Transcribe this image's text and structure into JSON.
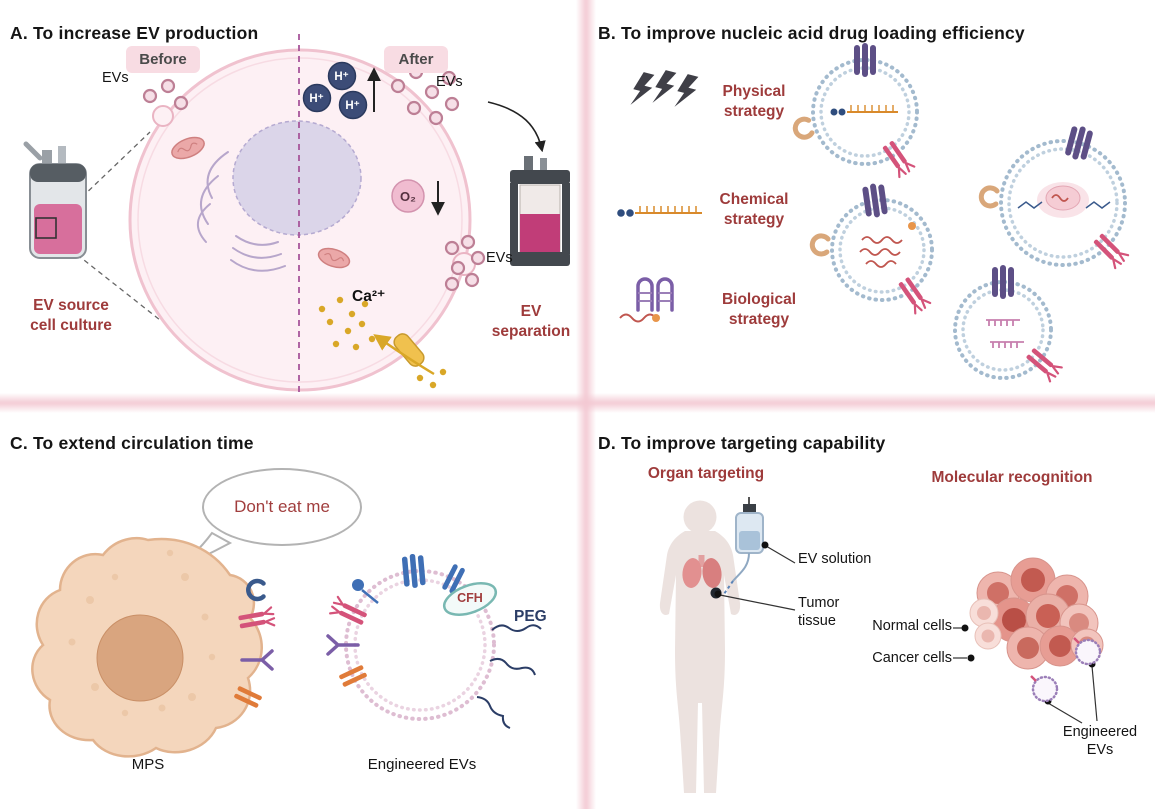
{
  "colors": {
    "accent_red": "#9e3b3b",
    "divider_pink": "#f3c8d2",
    "cell_fill": "#fdf0f4",
    "membrane_pink": "#f0c2cf",
    "proton_navy": "#3c4c77",
    "calcium_gold": "#d9a727",
    "vesicle_membrane_blue": "#a3bace",
    "receptor_pink": "#d4537a",
    "channel_purple": "#5d4f86",
    "mps_cell_tan": "#f4d6bc",
    "peg_navy": "#2b3d66",
    "liquid_magenta": "#c13d78"
  },
  "panel_a": {
    "title": "A. To increase EV production",
    "before": "Before",
    "after": "After",
    "evs": "EVs",
    "h_plus": "H⁺",
    "o2": "O₂",
    "ca": "Ca²⁺",
    "source_line1": "EV source",
    "source_line2": "cell culture",
    "separation_line1": "EV",
    "separation_line2": "separation"
  },
  "panel_b": {
    "title": "B. To improve nucleic acid drug loading efficiency",
    "physical_line1": "Physical",
    "physical_line2": "strategy",
    "chemical_line1": "Chemical",
    "chemical_line2": "strategy",
    "biological_line1": "Biological",
    "biological_line2": "strategy"
  },
  "panel_c": {
    "title": "C. To extend circulation time",
    "speech": "Don't eat me",
    "cfh": "CFH",
    "peg": "PEG",
    "mps": "MPS",
    "engineered_evs": "Engineered EVs"
  },
  "panel_d": {
    "title": "D. To improve targeting capability",
    "organ": "Organ targeting",
    "molecular": "Molecular recognition",
    "ev_solution": "EV solution",
    "tumor_line1": "Tumor",
    "tumor_line2": "tissue",
    "normal_cells": "Normal cells",
    "cancer_cells": "Cancer cells",
    "engineered_line1": "Engineered",
    "engineered_line2": "EVs"
  }
}
